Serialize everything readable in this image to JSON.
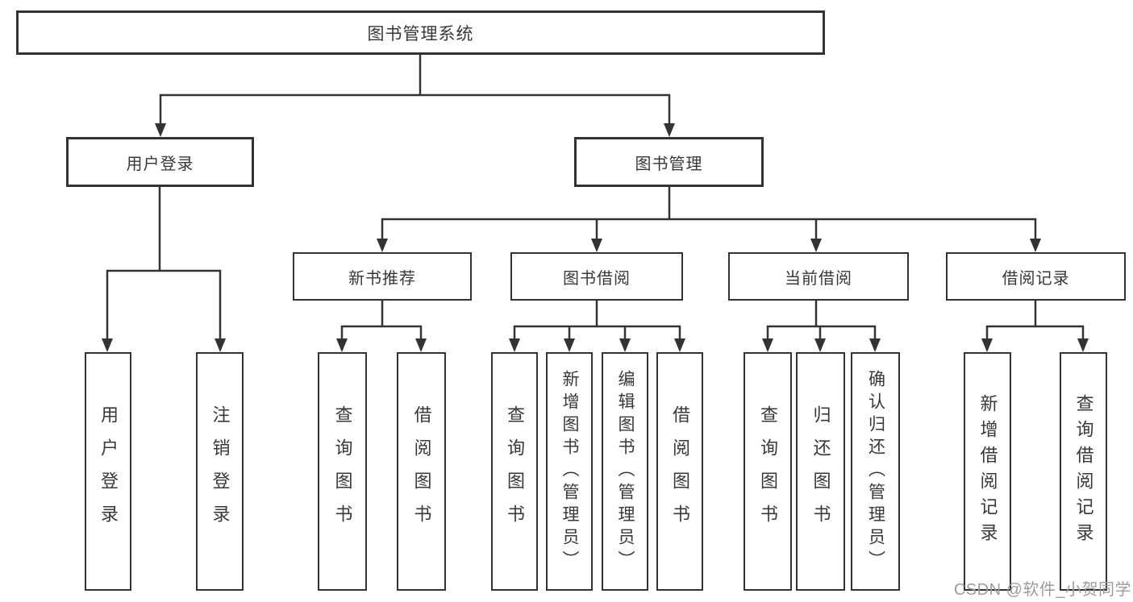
{
  "tree": {
    "root": "图书管理系统",
    "branches": [
      {
        "label": "用户登录",
        "leaves": [
          "用户登录",
          "注销登录"
        ]
      },
      {
        "label": "图书管理",
        "groups": [
          {
            "label": "新书推荐",
            "leaves": [
              "查询图书",
              "借阅图书"
            ]
          },
          {
            "label": "图书借阅",
            "leaves": [
              "查询图书",
              "新增图书（管理员）",
              "编辑图书（管理员）",
              "借阅图书"
            ]
          },
          {
            "label": "当前借阅",
            "leaves": [
              "查询图书",
              "归还图书",
              "确认归还（管理员）"
            ]
          },
          {
            "label": "借阅记录",
            "leaves": [
              "新增借阅记录",
              "查询借阅记录"
            ]
          }
        ]
      }
    ]
  },
  "watermark": {
    "text": "CSDN @软件_小贺同学"
  },
  "colors": {
    "line": "#333333",
    "text": "#38383a",
    "watermark": "#9c9c9c",
    "background": "#ffffff"
  }
}
